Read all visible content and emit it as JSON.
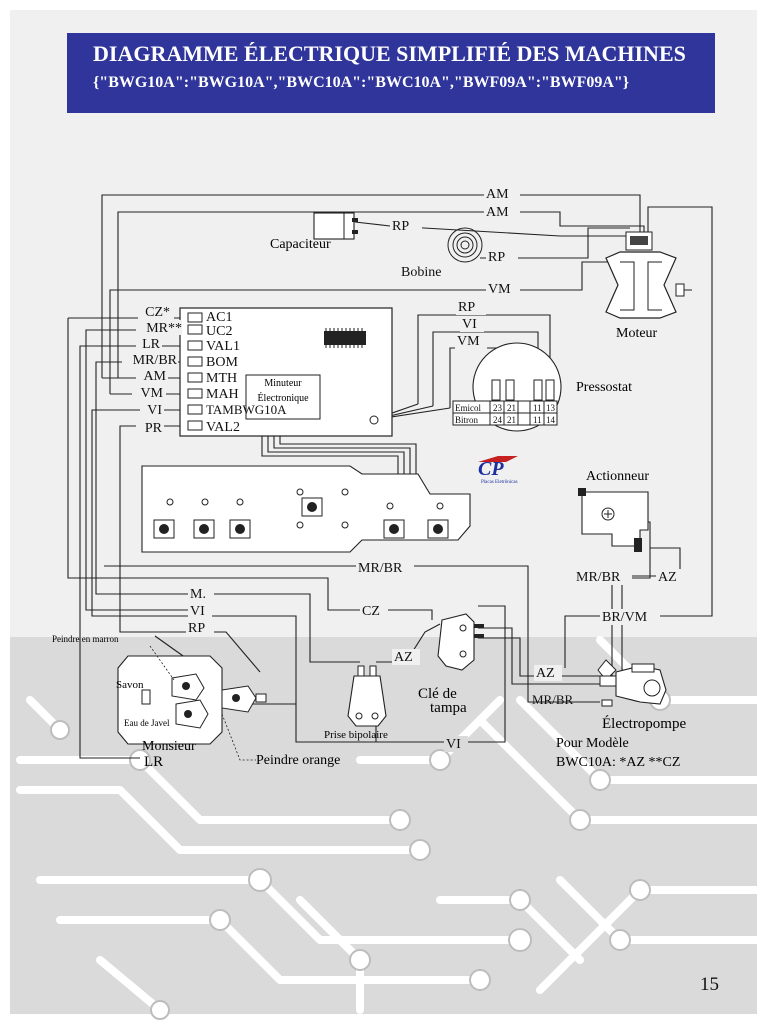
{
  "header": {
    "title": "DIAGRAMME ÉLECTRIQUE SIMPLIFIÉ DES MACHINES",
    "subtitle": "{\"BWG10A\":\"BWG10A\",\"BWC10A\":\"BWC10A\",\"BWF09A\":\"BWF09A\"}"
  },
  "wires": {
    "am_top": "AM",
    "am_2": "AM",
    "rp_cap": "RP",
    "rp_bob": "RP",
    "vm_mot": "VM",
    "rp_p": "RP",
    "vi_p": "VI",
    "vm_p": "VM",
    "mrbr_long": "MR/BR",
    "m": "M.",
    "vi_mid": "VI",
    "rp_mid": "RP",
    "cz_mid": "CZ",
    "az_mid": "AZ",
    "mrbr_act": "MR/BR",
    "az_act": "AZ",
    "brvm": "BR/VM",
    "az_pump": "AZ",
    "mrbr_pump": "MR/BR",
    "vi_bottom": "VI"
  },
  "timer": {
    "left_labels": [
      "CZ*",
      "MR**",
      "LR",
      "MR/BR",
      "AM",
      "VM",
      "VI",
      "PR"
    ],
    "right_labels": [
      "AC1",
      "UC2",
      "VAL1",
      "BOM",
      "MTH",
      "MAH",
      "TAMBWG10A",
      "VAL2"
    ],
    "name_line1": "Minuteur",
    "name_line2": "Électronique"
  },
  "components": {
    "capacitor": "Capaciteur",
    "coil": "Bobine",
    "motor": "Moteur",
    "pressostat": "Pressostat",
    "actuator": "Actionneur",
    "lid_key_1": "Clé de",
    "lid_key_2": "tampa",
    "plug": "Prise bipolaire",
    "pump": "Électropompe",
    "model_1": "Pour Modèle",
    "model_2": "BWC10A: *AZ **CZ",
    "soap": "Savon",
    "bleach": "Eau de Javel",
    "softener": "Monsieur",
    "lr": "LR",
    "paint_brown": "Peindre en marron",
    "paint_orange": "Peindre orange"
  },
  "pressostat_table": {
    "rows": [
      {
        "name": "Emicol",
        "cells": [
          "23",
          "21",
          "11",
          "13"
        ]
      },
      {
        "name": "Bitron",
        "cells": [
          "24",
          "21",
          "11",
          "14"
        ]
      }
    ]
  },
  "logo": {
    "letters": "CP",
    "caption": "Placas Eletrônicas"
  },
  "page_number": "15"
}
